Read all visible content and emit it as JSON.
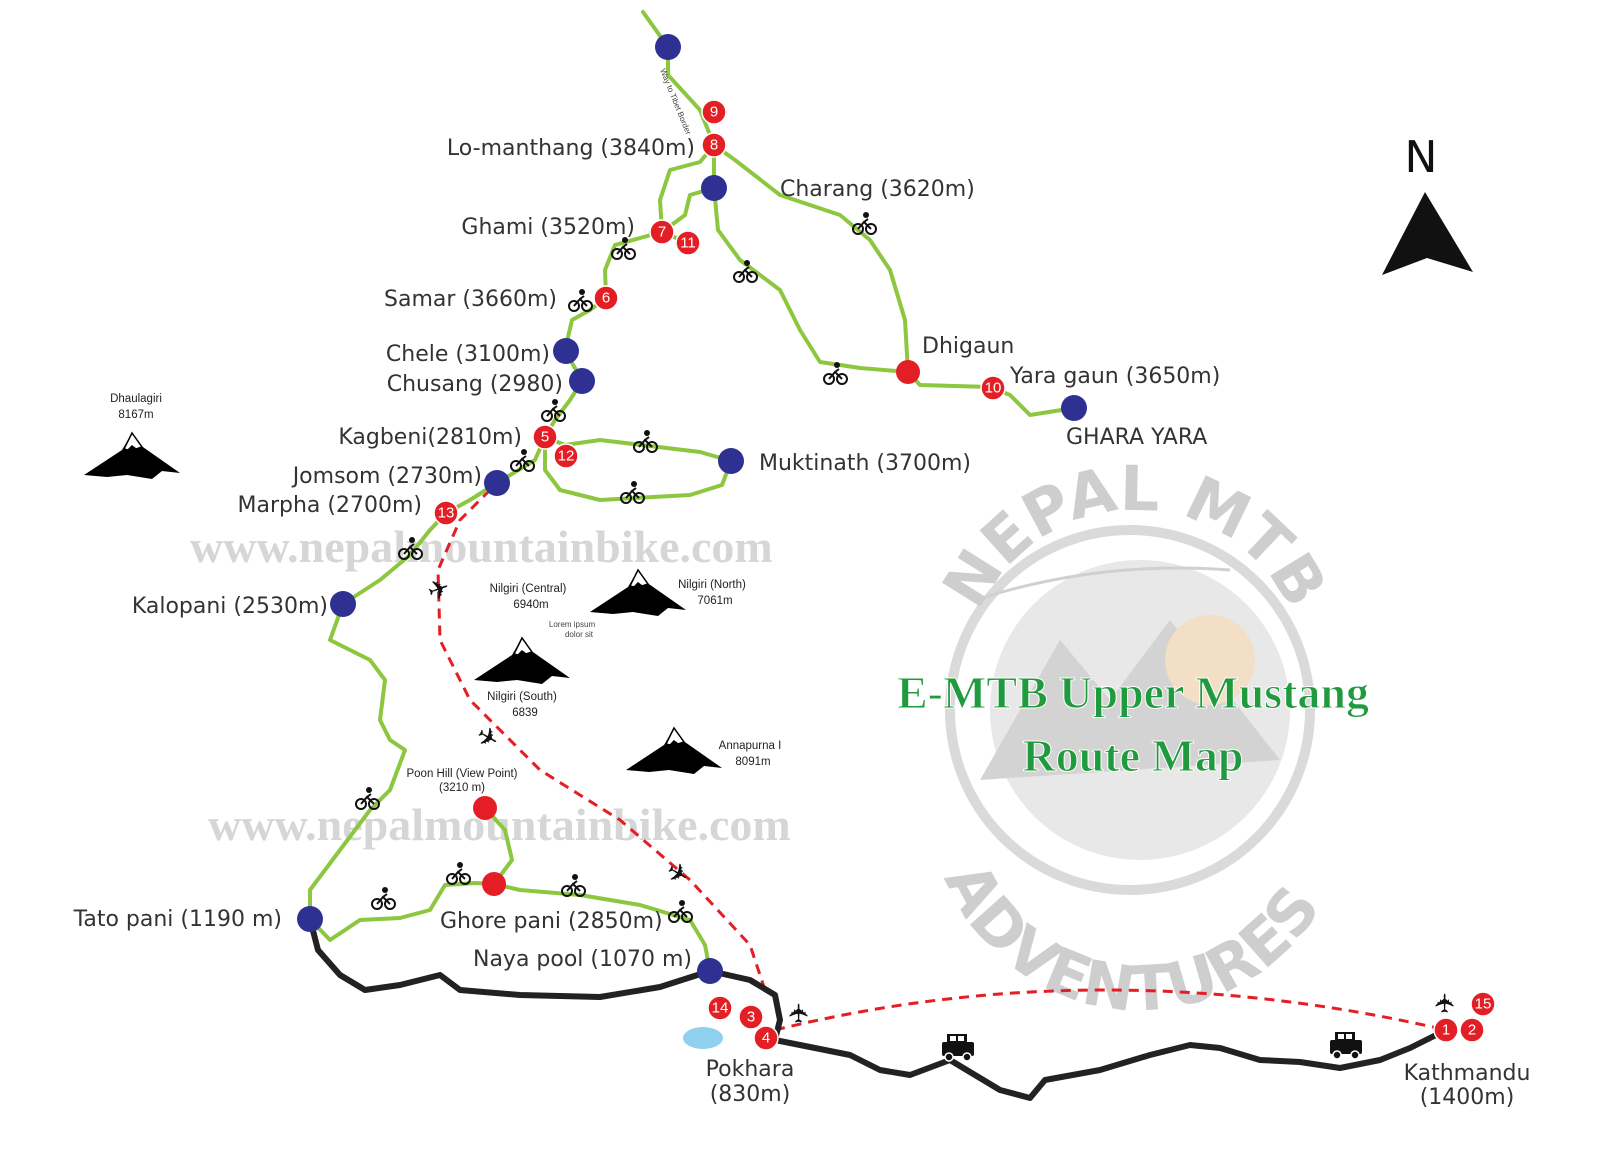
{
  "title": {
    "line1": "E-MTB Upper Mustang",
    "line2": "Route Map",
    "color": "#1f9a3e"
  },
  "north_label": "N",
  "watermark": "www.nepalmountainbike.com",
  "logo": {
    "top_text": "NEPAL MTB",
    "bottom_text": "ADVENTURES"
  },
  "route_note": "Way to Tibet Border",
  "filler_note": {
    "line1": "Lorem ipsum",
    "line2": "dolor sit"
  },
  "places": {
    "lomanthang": "Lo-manthang (3840m)",
    "charang": "Charang (3620m)",
    "ghami": "Ghami (3520m)",
    "samar": "Samar (3660m)",
    "chele": "Chele (3100m)",
    "chusang": "Chusang (2980)",
    "kagbeni": "Kagbeni(2810m)",
    "jomsom": "Jomsom (2730m)",
    "marpha": "Marpha (2700m)",
    "kalopani": "Kalopani (2530m)",
    "muktinath": "Muktinath (3700m)",
    "dhigaun": "Dhigaun",
    "yaragaun": "Yara gaun (3650m)",
    "gharayara": "GHARA YARA",
    "poonhill": {
      "name": "Poon Hill (View Point)",
      "elev": "(3210 m)"
    },
    "ghorepani": "Ghore pani (2850m)",
    "tatopani": "Tato pani (1190 m)",
    "nayapool": "Naya pool (1070 m)",
    "pokhara": {
      "name": "Pokhara",
      "elev": "(830m)"
    },
    "kathmandu": {
      "name": "Kathmandu",
      "elev": "(1400m)"
    }
  },
  "mountains": {
    "dhaulagiri": {
      "name": "Dhaulagiri",
      "elev": "8167m"
    },
    "nilgiri_central": {
      "name": "Nilgiri (Central)",
      "elev": "6940m"
    },
    "nilgiri_north": {
      "name": "Nilgiri (North)",
      "elev": "7061m"
    },
    "nilgiri_south": {
      "name": "Nilgiri (South)",
      "elev": "6839"
    },
    "annapurna": {
      "name": "Annapurna I",
      "elev": "8091m"
    }
  },
  "stages": [
    "1",
    "2",
    "3",
    "4",
    "5",
    "6",
    "7",
    "8",
    "9",
    "10",
    "11",
    "12",
    "13",
    "14",
    "15"
  ],
  "legend_colors": {
    "bike_trail": "#8dc63f",
    "road": "#222222",
    "flight": "#e31e24",
    "stop_marker": "#2e3192",
    "stage_marker": "#e31e24"
  },
  "icons": [
    "bicycle-icon",
    "airplane-icon",
    "jeep-icon",
    "mountain-icon",
    "north-arrow-icon"
  ]
}
